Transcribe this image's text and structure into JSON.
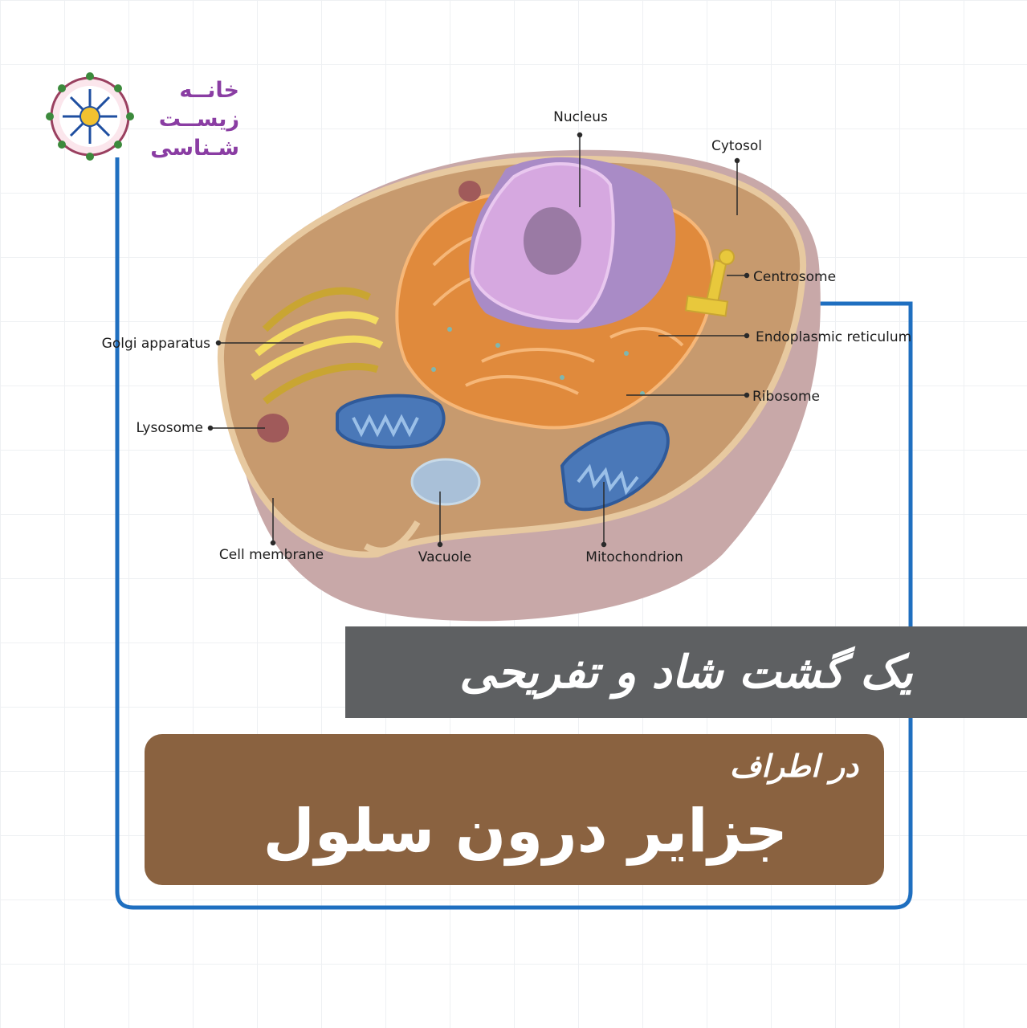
{
  "brand": {
    "name_lines": [
      "خانــه",
      "زیســت",
      "شـناسی"
    ],
    "color": "#8a3da3"
  },
  "diagram": {
    "labels": {
      "nucleus": "Nucleus",
      "cytosol": "Cytosol",
      "centrosome": "Centrosome",
      "er": "Endoplasmic reticulum",
      "ribosome": "Ribosome",
      "golgi": "Golgi apparatus",
      "lysosome": "Lysosome",
      "cell_membrane": "Cell membrane",
      "vacuole": "Vacuole",
      "mitochondrion": "Mitochondrion"
    },
    "colors": {
      "frame_line": "#1f6fc0",
      "cytoplasm": "#c79a6e",
      "membrane": "#c8a8a8",
      "nucleus": "#c79ad8",
      "er": "#e08a3c",
      "golgi": "#e8c83c",
      "mitochondrion": "#4a78b8"
    }
  },
  "banners": {
    "gray": {
      "text": "یک گشت شاد و تفریحی",
      "color": "#5e6062"
    },
    "brown": {
      "subtitle": "در اطراف",
      "title": "جزایر درون سلول",
      "color": "#8a6240"
    }
  }
}
